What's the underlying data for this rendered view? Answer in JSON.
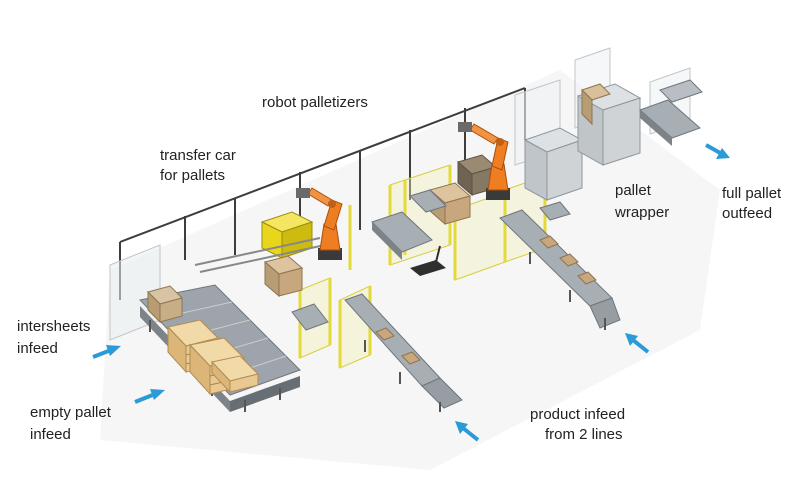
{
  "labels": {
    "robot_palletizers": "robot palletizers",
    "transfer_car_line1": "transfer car",
    "transfer_car_line2": "for pallets",
    "pallet_wrapper_line1": "pallet",
    "pallet_wrapper_line2": "wrapper",
    "full_pallet_outfeed_line1": "full pallet",
    "full_pallet_outfeed_line2": "outfeed",
    "intersheets_infeed_line1": "intersheets",
    "intersheets_infeed_line2": "infeed",
    "empty_pallet_infeed_line1": "empty pallet",
    "empty_pallet_infeed_line2": "infeed",
    "product_infeed_line1": "product infeed",
    "product_infeed_line2": "from 2 lines"
  },
  "colors": {
    "arrow": "#2a9ad8",
    "robot": "#ef7d22",
    "safety_fence": "#e3d93a",
    "conveyor": "#9da4ab",
    "carton": "#c8a67e",
    "wooden_pallet": "#e9c98f",
    "wrapper_body": "#cfd3d6",
    "transfer_car": "#e8d61c",
    "floor_shadow": "#ececec"
  },
  "icons": {
    "arrow": "arrow-icon"
  }
}
